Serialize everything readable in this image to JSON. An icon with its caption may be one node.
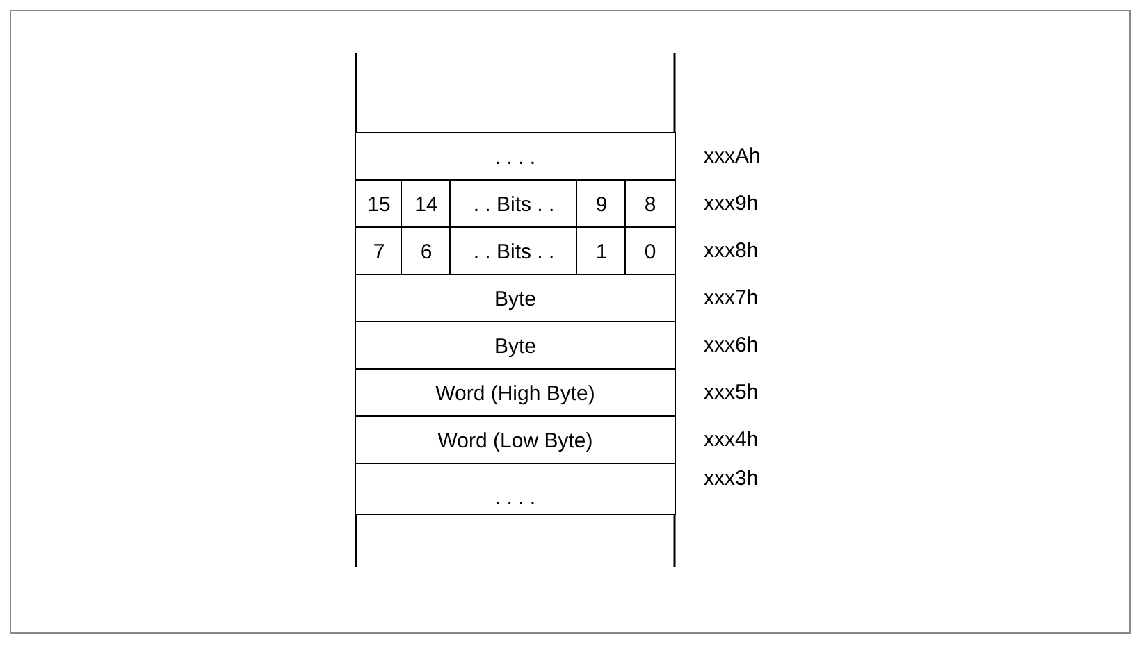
{
  "diagram": {
    "nodes": [
      {
        "text": [
          ". . . ."
        ],
        "beside": [
          "xxxAh"
        ]
      },
      {
        "text": [
          "15"
        ]
      },
      {
        "text": [
          "14"
        ]
      },
      {
        "text": [
          ". . Bits . ."
        ]
      },
      {
        "text": [
          "9"
        ]
      },
      {
        "text": [
          "8"
        ],
        "beside": [
          "xxx9h"
        ]
      },
      {
        "text": [
          "7"
        ]
      },
      {
        "text": [
          "6"
        ]
      },
      {
        "text": [
          ". . Bits . ."
        ]
      },
      {
        "text": [
          "1"
        ]
      },
      {
        "text": [
          "0"
        ],
        "beside": [
          "xxx8h"
        ]
      },
      {
        "text": [
          "Byte"
        ],
        "beside": [
          "xxx7h"
        ]
      },
      {
        "text": [
          "Byte"
        ],
        "beside": [
          "xxx6h"
        ]
      },
      {
        "text": [
          "Word (High Byte)"
        ],
        "beside": [
          "xxx5h"
        ]
      },
      {
        "text": [
          "Word (Low Byte)"
        ],
        "beside": [
          "xxx4h"
        ]
      },
      {
        "text": [
          ". . . ."
        ],
        "beside": [
          "xxx3h"
        ]
      }
    ]
  }
}
